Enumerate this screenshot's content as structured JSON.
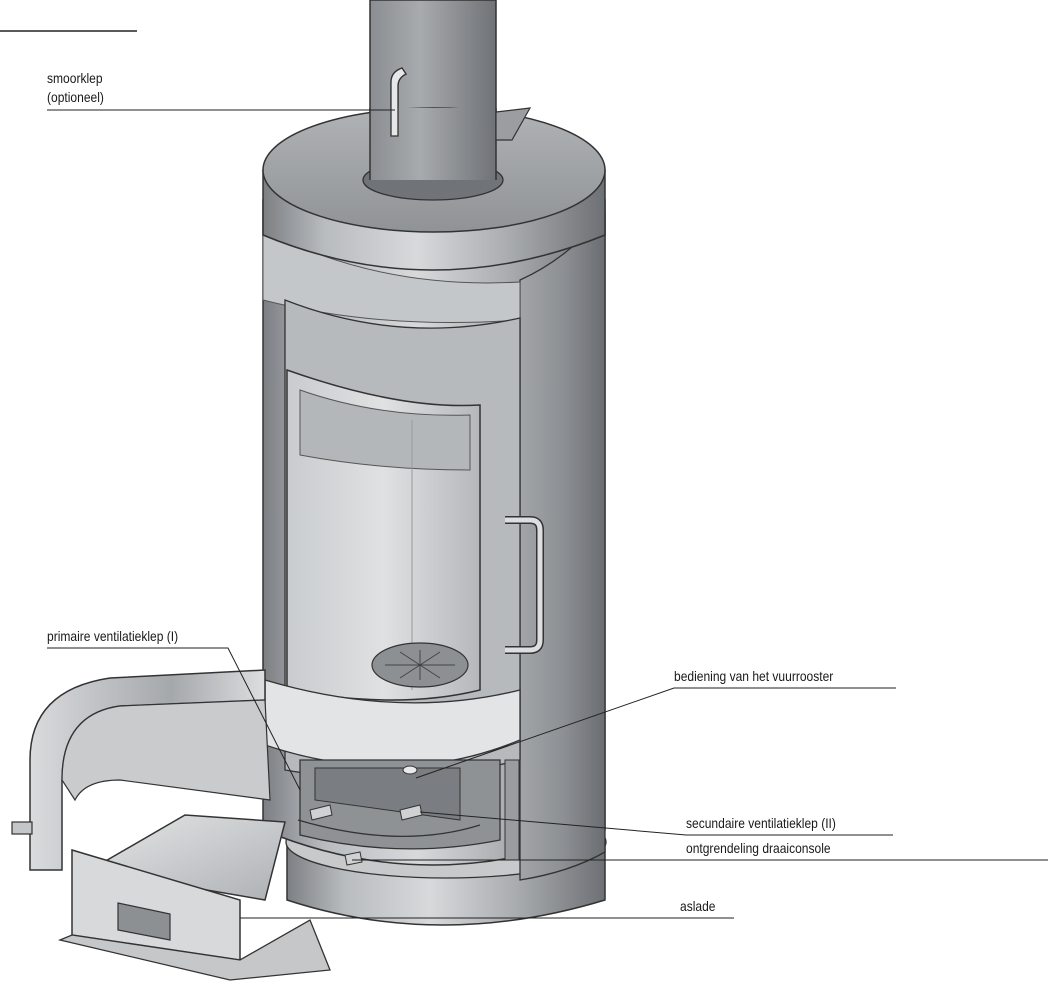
{
  "labels": {
    "damper": "smoorklep",
    "damper_optional": "(optioneel)",
    "primary_vent": "primaire ventilatieklep (I)",
    "grate_control": "bediening van het vuurrooster",
    "secondary_vent": "secundaire ventilatieklep (II)",
    "console_release": "ontgrendeling draaiconsole",
    "ash_drawer": "aslade"
  }
}
